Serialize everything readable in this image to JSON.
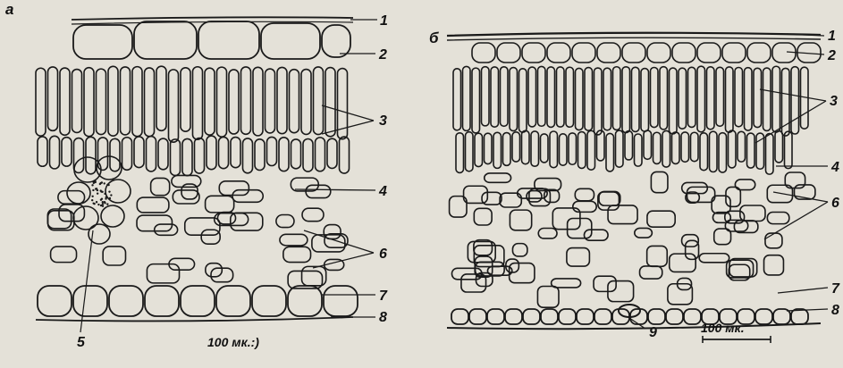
{
  "panels": [
    {
      "letter": "а",
      "labels": [
        "1",
        "2",
        "3",
        "4",
        "6",
        "7",
        "8",
        "5"
      ],
      "scale_text": "100 мк.:)"
    },
    {
      "letter": "б",
      "labels": [
        "1",
        "2",
        "3",
        "4",
        "6",
        "7",
        "8",
        "9"
      ],
      "scale_text": "100 мк."
    }
  ],
  "colors": {
    "paper": "#e4e1d8",
    "ink": "#1a1a1a"
  }
}
